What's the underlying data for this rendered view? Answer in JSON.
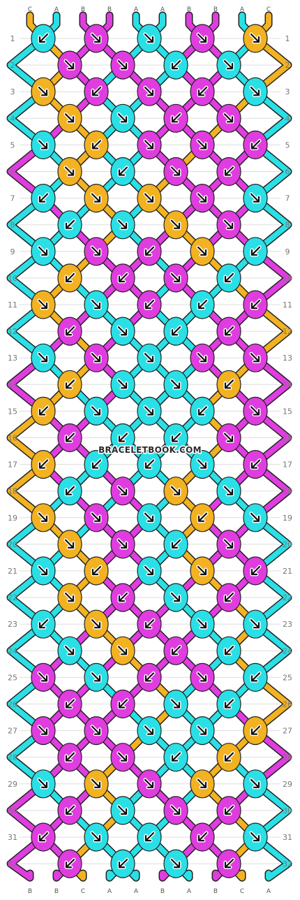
{
  "site_watermark": "BRACELETBOOK.COM",
  "colors": {
    "C": "#f2b221",
    "A": "#2ae0e6",
    "B": "#e03de0",
    "outline": "#222222",
    "grid_line": "#dddddd",
    "row_number": "#777777"
  },
  "strands": [
    "C",
    "A",
    "B",
    "B",
    "A",
    "A",
    "B",
    "B",
    "A",
    "C"
  ],
  "row_numbers": [
    "1",
    "2",
    "3",
    "4",
    "5",
    "6",
    "7",
    "8",
    "9",
    "10",
    "11",
    "12",
    "13",
    "14",
    "15",
    "16",
    "17",
    "18",
    "19",
    "20",
    "21",
    "22",
    "23",
    "24",
    "25",
    "26",
    "27",
    "28",
    "29",
    "30",
    "31",
    "32"
  ],
  "pattern_rows": [
    [
      "BF",
      "AF",
      "BB",
      "AF",
      "BB"
    ],
    [
      "BB",
      "AF",
      "AB",
      "BB"
    ],
    [
      "BB",
      "AB",
      "AF",
      "BF",
      "AF"
    ],
    [
      "AF",
      "BB",
      "AB",
      "AF"
    ],
    [
      "AF",
      "AB",
      "BB",
      "AF",
      "AB"
    ],
    [
      "BB",
      "AB",
      "AF",
      "BF"
    ],
    [
      "BF",
      "AF",
      "BB",
      "AF",
      "BB"
    ],
    [
      "BF",
      "BB",
      "AF",
      "BB"
    ],
    [
      "BB",
      "AF",
      "BF",
      "AF",
      "BF"
    ],
    [
      "BF",
      "BF",
      "BB",
      "BF"
    ],
    [
      "BB",
      "AF",
      "AB",
      "BF",
      "BF"
    ],
    [
      "BF",
      "AF",
      "AB",
      "BF"
    ],
    [
      "AF",
      "BB",
      "AF",
      "BB",
      "AF"
    ],
    [
      "BF",
      "BB",
      "AF",
      "BF"
    ],
    [
      "BF",
      "AF",
      "AF",
      "AB",
      "AF"
    ],
    [
      "AB",
      "BF",
      "BF",
      "BB"
    ],
    [
      "AB",
      "BF",
      "AB",
      "AF",
      "BF"
    ],
    [
      "BF",
      "AF",
      "BB",
      "AF"
    ],
    [
      "AF",
      "AF",
      "BB",
      "AB",
      "AF"
    ],
    [
      "AF",
      "BB",
      "AB",
      "AF"
    ],
    [
      "AF",
      "AB",
      "BB",
      "AF",
      "AB"
    ],
    [
      "BB",
      "AB",
      "AF",
      "BF"
    ],
    [
      "BF",
      "AF",
      "AB",
      "AF",
      "BB"
    ],
    [
      "AF",
      "AF",
      "AB",
      "AB"
    ],
    [
      "BB",
      "AF",
      "BF",
      "AF",
      "BF"
    ],
    [
      "BF",
      "BF",
      "BB",
      "BF"
    ],
    [
      "BB",
      "AF",
      "AF",
      "BB",
      "BF"
    ],
    [
      "BF",
      "AF",
      "AB",
      "BF"
    ],
    [
      "AF",
      "BB",
      "AF",
      "BB",
      "AF"
    ],
    [
      "BF",
      "BB",
      "AF",
      "BF"
    ],
    [
      "BF",
      "AF",
      "BF",
      "AB",
      "BB"
    ],
    [
      "AB",
      "AB",
      "AF",
      "AB"
    ]
  ]
}
